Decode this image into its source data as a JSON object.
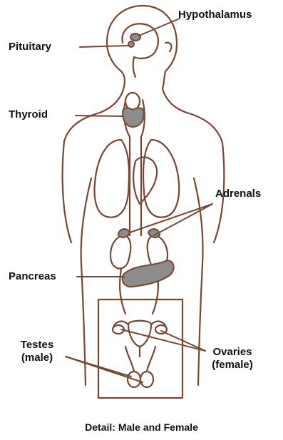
{
  "labels": {
    "hypothalamus": "Hypothalamus",
    "pituitary": "Pituitary",
    "thyroid": "Thyroid",
    "adrenals": "Adrenals",
    "pancreas": "Pancreas",
    "testes_line1": "Testes",
    "testes_line2": "(male)",
    "ovaries_line1": "Ovaries",
    "ovaries_line2": "(female)"
  },
  "caption": "Detail: Male and Female",
  "colors": {
    "outline": "#7a4634",
    "gland_fill": "#8c8c8c",
    "text": "#111111",
    "background": "#ffffff"
  }
}
